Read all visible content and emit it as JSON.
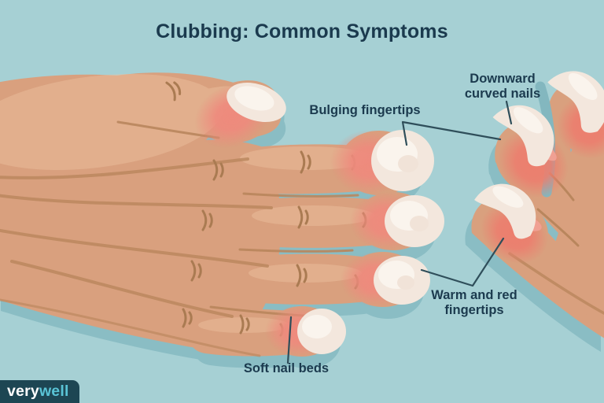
{
  "title": "Clubbing: Common Symptoms",
  "annotations": {
    "bulging": {
      "label": "Bulging fingertips"
    },
    "downward": {
      "label": "Downward curved nails"
    },
    "warm": {
      "label": "Warm and red fingertips"
    },
    "soft": {
      "label": "Soft nail beds"
    }
  },
  "logo": {
    "prefix": "very",
    "suffix": "well"
  },
  "colors": {
    "background": "#a6d0d4",
    "ink": "#1b3a4e",
    "leader_line": "#2f4e5a",
    "skin": "#d9a07e",
    "skin_highlight": "#ecc3a2",
    "skin_shadow_line": "#b9865d",
    "fingertip_red": "#ee8a7d",
    "fingertip_red_right": "#ec7e6e",
    "nail": "#f3e7dd",
    "nail_highlight": "#fbf5ee",
    "cast_shadow": "#8abdc4",
    "logo_bg": "#1d4653",
    "logo_very": "#ffffff",
    "logo_well": "#5ac4d6"
  }
}
